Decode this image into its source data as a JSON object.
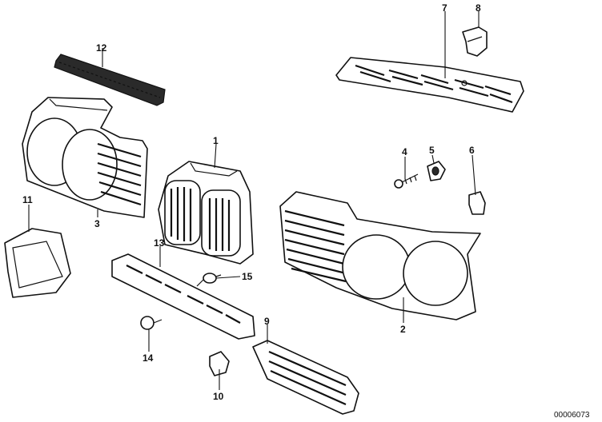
{
  "callouts": {
    "c1": "1",
    "c2": "2",
    "c3": "3",
    "c4": "4",
    "c5": "5",
    "c6": "6",
    "c7": "7",
    "c8": "8",
    "c9": "9",
    "c10": "10",
    "c11": "11",
    "c12": "12",
    "c13": "13",
    "c14": "14",
    "c15": "15"
  },
  "document_id": "00006073"
}
